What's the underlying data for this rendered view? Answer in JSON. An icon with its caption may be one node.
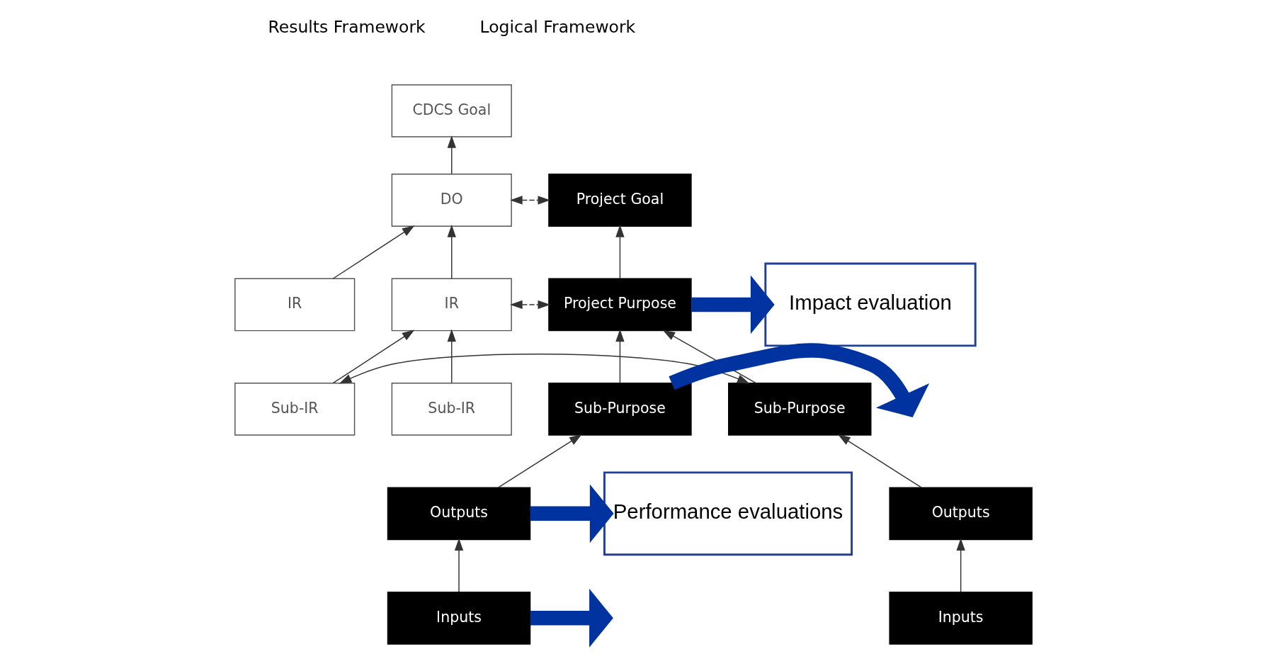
{
  "diagram": {
    "nodes": [
      {
        "text": [
          "CDCS Goal"
        ]
      },
      {
        "text": [
          "DO"
        ]
      },
      {
        "text": [
          "IR"
        ]
      },
      {
        "text": [
          "IR"
        ]
      },
      {
        "text": [
          "Sub-IR"
        ]
      },
      {
        "text": [
          "Sub-IR"
        ]
      },
      {
        "text": [
          "Project Goal"
        ]
      },
      {
        "text": [
          "Project Purpose"
        ]
      },
      {
        "text": [
          "Sub-Purpose"
        ]
      },
      {
        "text": [
          "Sub-Purpose"
        ]
      },
      {
        "text": [
          "Outputs"
        ]
      },
      {
        "text": [
          "Outputs"
        ]
      },
      {
        "text": [
          "Inputs"
        ]
      },
      {
        "text": [
          "Inputs"
        ]
      },
      {
        "text": [
          "Impact evaluation"
        ]
      },
      {
        "text": [
          "Performance evaluations"
        ]
      }
    ],
    "edges": [
      {
        "from": 1,
        "to": 0,
        "arrow": "to"
      },
      {
        "from": 2,
        "to": 1,
        "arrow": "to"
      },
      {
        "from": 3,
        "to": 1,
        "arrow": "to"
      },
      {
        "from": 4,
        "to": 3,
        "arrow": "to"
      },
      {
        "from": 5,
        "to": 3,
        "arrow": "to"
      },
      {
        "from": 1,
        "to": 6,
        "arrow": "both",
        "style": "dashed"
      },
      {
        "from": 3,
        "to": 7,
        "arrow": "both",
        "style": "dashed"
      },
      {
        "from": 5,
        "to": 8,
        "arrow": "both"
      },
      {
        "from": 7,
        "to": 6,
        "arrow": "to"
      },
      {
        "from": 8,
        "to": 7,
        "arrow": "to"
      },
      {
        "from": 9,
        "to": 7,
        "arrow": "to"
      },
      {
        "from": 10,
        "to": 8,
        "arrow": "to"
      },
      {
        "from": 11,
        "to": 9,
        "arrow": "to"
      },
      {
        "from": 12,
        "to": 10,
        "arrow": "to"
      },
      {
        "from": 13,
        "to": 11,
        "arrow": "to"
      },
      {
        "from": 7,
        "to": 14,
        "arrow": "to",
        "style": "thick",
        "color": "#0033a0"
      },
      {
        "from": 9,
        "to": null,
        "arrow": "to",
        "style": "thick",
        "color": "#0033a0"
      },
      {
        "from": 11,
        "to": 15,
        "arrow": "to",
        "style": "thick",
        "color": "#0033a0"
      },
      {
        "from": 13,
        "to": null,
        "arrow": "to",
        "style": "thick",
        "color": "#0033a0"
      }
    ],
    "labels": [
      "Results Framework",
      "Logical Framework"
    ]
  }
}
